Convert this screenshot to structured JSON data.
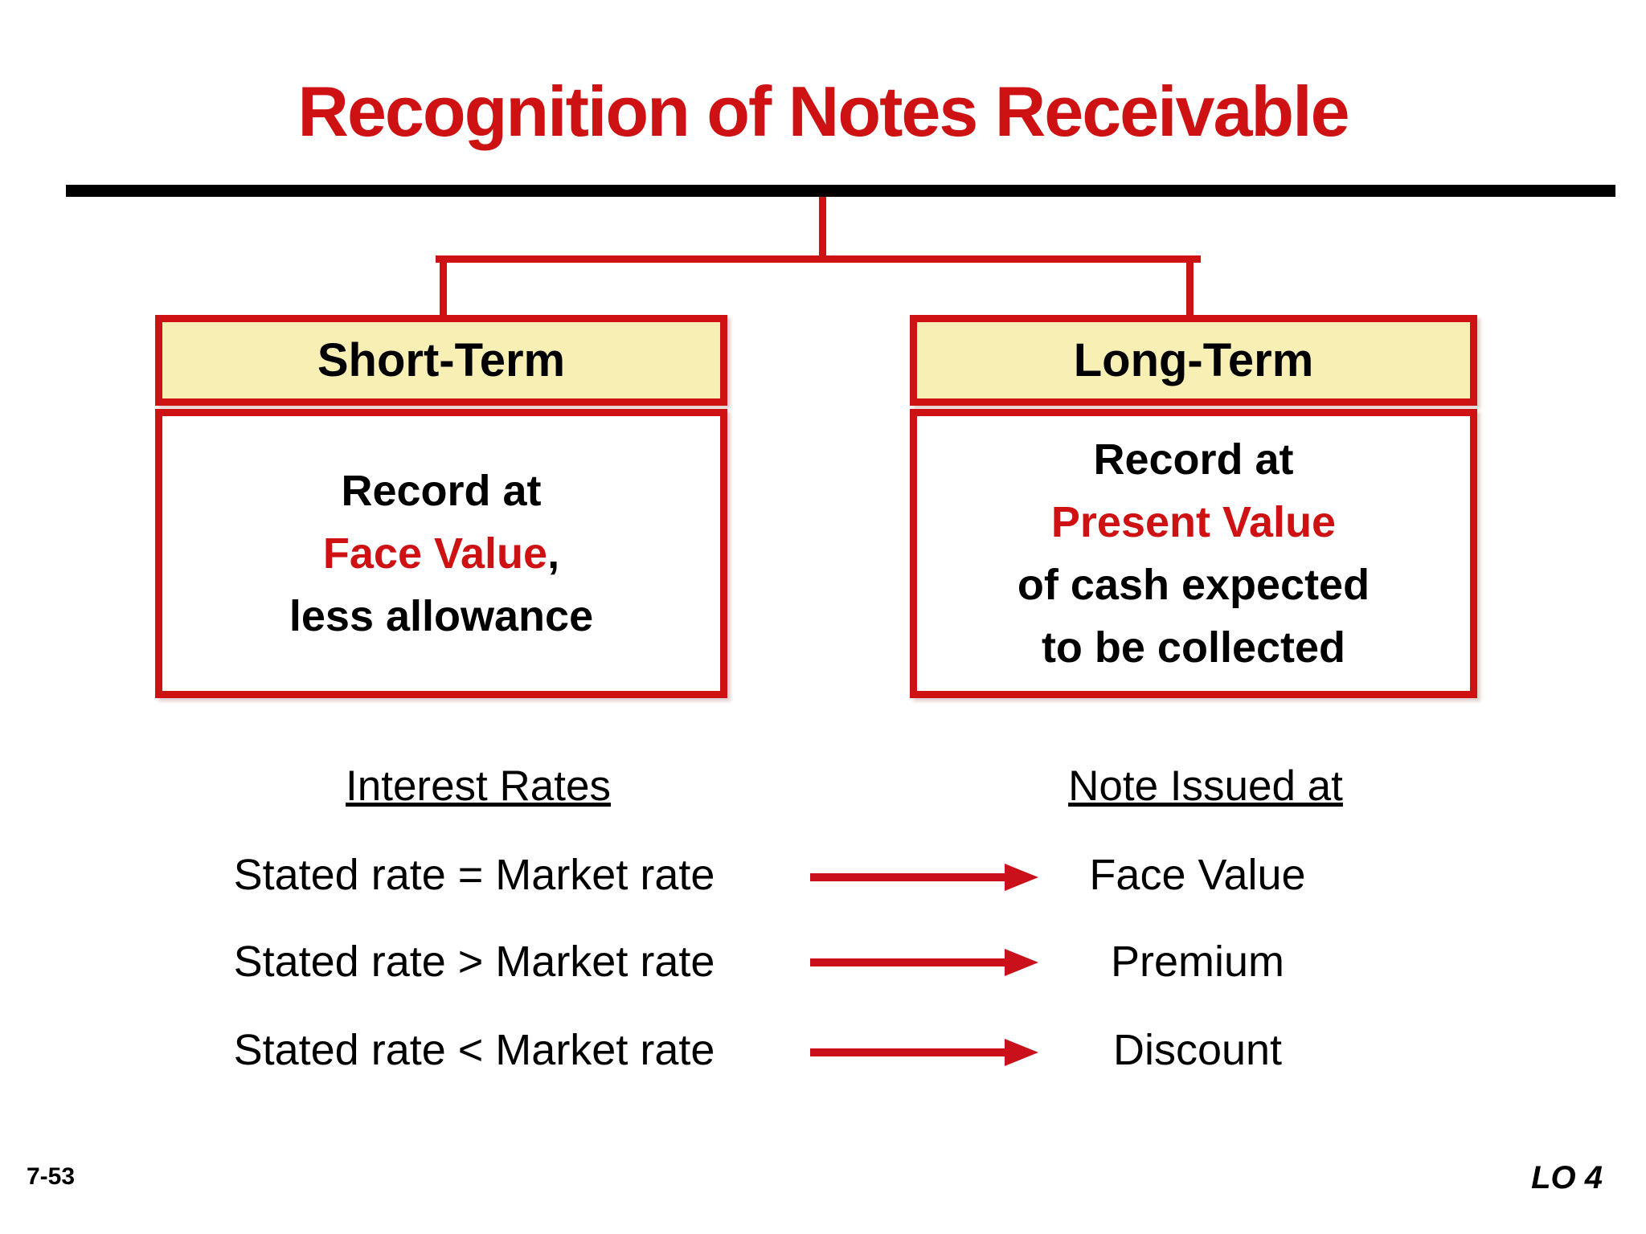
{
  "slide": {
    "title": "Recognition of Notes Receivable",
    "page_number": "7-53",
    "learning_objective": "LO 4"
  },
  "colors": {
    "accent_red": "#CE1113",
    "header_fill": "#F8EFB5",
    "rule_black": "#000000"
  },
  "tree": {
    "short_term": {
      "header": "Short-Term",
      "body_line1": "Record at",
      "body_line2_red": "Face Value",
      "body_line2_suffix": ",",
      "body_line3": "less allowance"
    },
    "long_term": {
      "header": "Long-Term",
      "body_line1": "Record at",
      "body_line2_red": "Present Value",
      "body_line3": "of cash expected",
      "body_line4": "to be collected"
    }
  },
  "comparison": {
    "left_header": "Interest Rates",
    "right_header": "Note Issued at",
    "rows": [
      {
        "condition": "Stated rate = Market rate",
        "result": "Face Value"
      },
      {
        "condition": "Stated rate > Market rate",
        "result": "Premium"
      },
      {
        "condition": "Stated rate < Market rate",
        "result": "Discount"
      }
    ]
  }
}
